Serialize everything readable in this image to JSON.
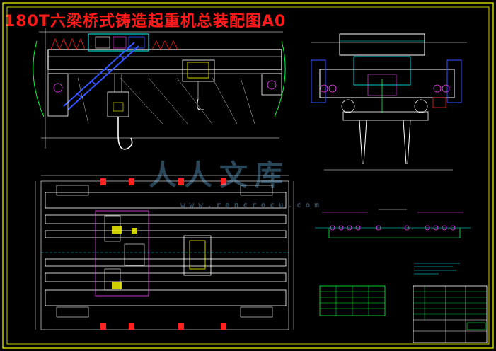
{
  "title": "180T六梁桥式铸造起重机总装配图A0",
  "watermark": {
    "text": "人人文库",
    "url": "www.rencrocu.com"
  },
  "colors": {
    "background": "#000000",
    "border": "#ffff00",
    "title": "#ff1a1a",
    "structure": "#ffffff",
    "detail": "#00ffff",
    "accent_blue": "#3355ff",
    "accent_green": "#00ff40",
    "accent_red": "#ff2020",
    "accent_magenta": "#ff40ff"
  }
}
